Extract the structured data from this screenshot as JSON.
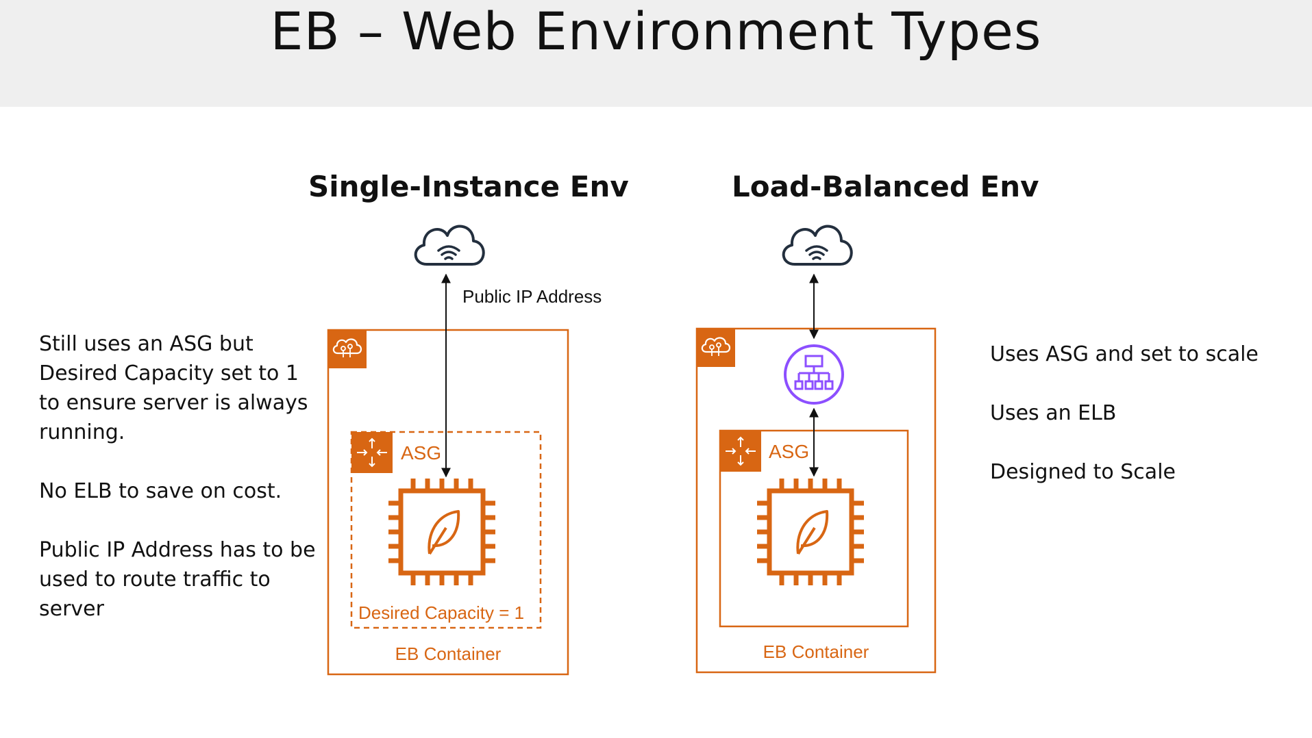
{
  "title": "EB – Web Environment Types",
  "single": {
    "heading": "Single-Instance Env",
    "ip_label": "Public IP Address",
    "asg_label": "ASG",
    "desired_label": "Desired Capacity = 1",
    "container_label": "EB Container",
    "notes": [
      [
        "Still uses an ASG but",
        "Desired Capacity set to 1",
        "to ensure server is always",
        "running."
      ],
      [
        "No ELB to save on cost."
      ],
      [
        "Public IP Address has to be",
        "used to route traffic to",
        "server"
      ]
    ]
  },
  "balanced": {
    "heading": "Load-Balanced Env",
    "asg_label": "ASG",
    "container_label": "EB Container",
    "notes": [
      "Uses ASG and set to scale",
      "Uses an ELB",
      "Designed to Scale"
    ]
  },
  "colors": {
    "header_bg": "#efefef",
    "aws_orange": "#d86613",
    "elb_purple": "#8c4fff",
    "ink": "#232f3e"
  },
  "icons": [
    "internet-cloud-icon",
    "elastic-beanstalk-icon",
    "auto-scaling-icon",
    "ec2-instance-icon",
    "load-balancer-icon"
  ]
}
